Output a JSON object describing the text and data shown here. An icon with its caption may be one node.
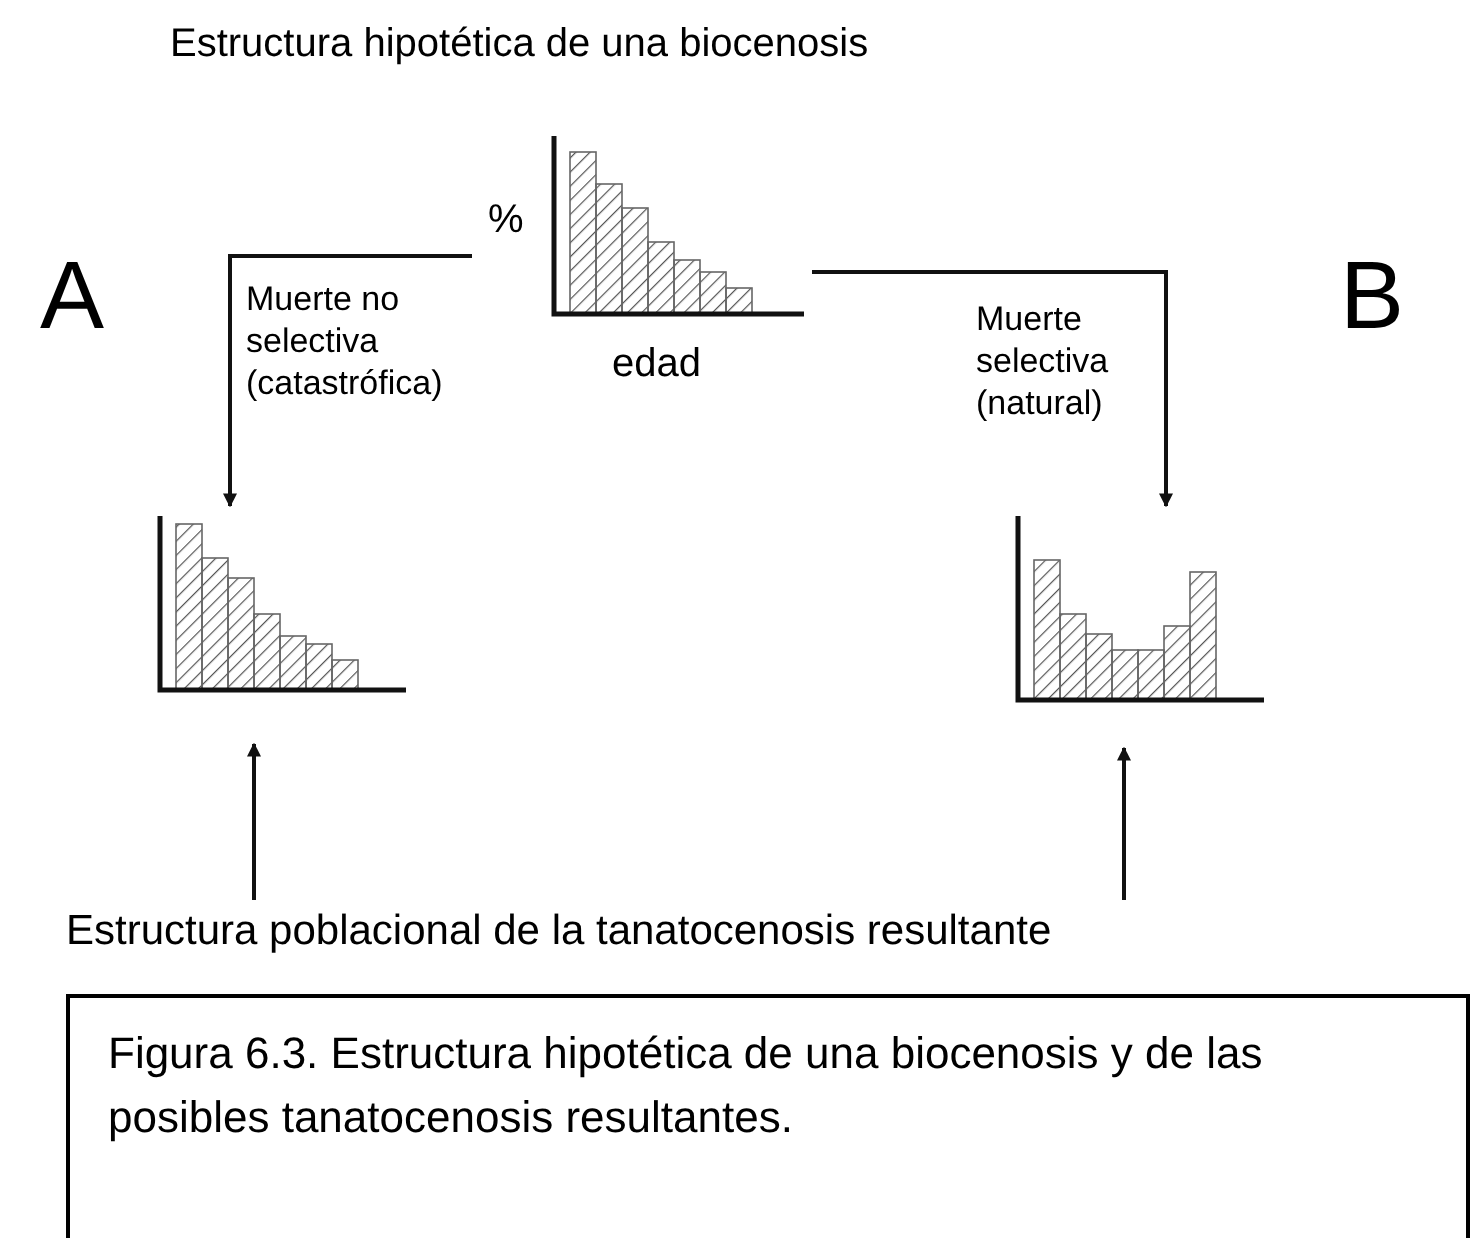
{
  "diagram": {
    "title": "Estructura hipotética de una biocenosis",
    "caption": "Figura 6.3. Estructura hipotética de una biocenosis y de las posibles tanatocenosis resultantes.",
    "nodes": [
      {
        "text": [],
        "shape": "picture",
        "beside": [
          "%",
          "edad"
        ]
      },
      {
        "text": [],
        "shape": "picture"
      },
      {
        "text": [],
        "shape": "picture"
      },
      {
        "text": [
          "Estructura poblacional de la tanatocenosis resultante"
        ]
      }
    ],
    "edges": [
      {
        "from": 0,
        "to": 1,
        "arrow": "to",
        "label": "Muerte no selectiva (catastrófica)"
      },
      {
        "from": 0,
        "to": 2,
        "arrow": "to",
        "label": "Muerte selectiva (natural)"
      },
      {
        "from": 3,
        "to": 1,
        "arrow": "to"
      },
      {
        "from": 3,
        "to": 2,
        "arrow": "to"
      }
    ],
    "labels": [
      "A",
      "B"
    ]
  }
}
